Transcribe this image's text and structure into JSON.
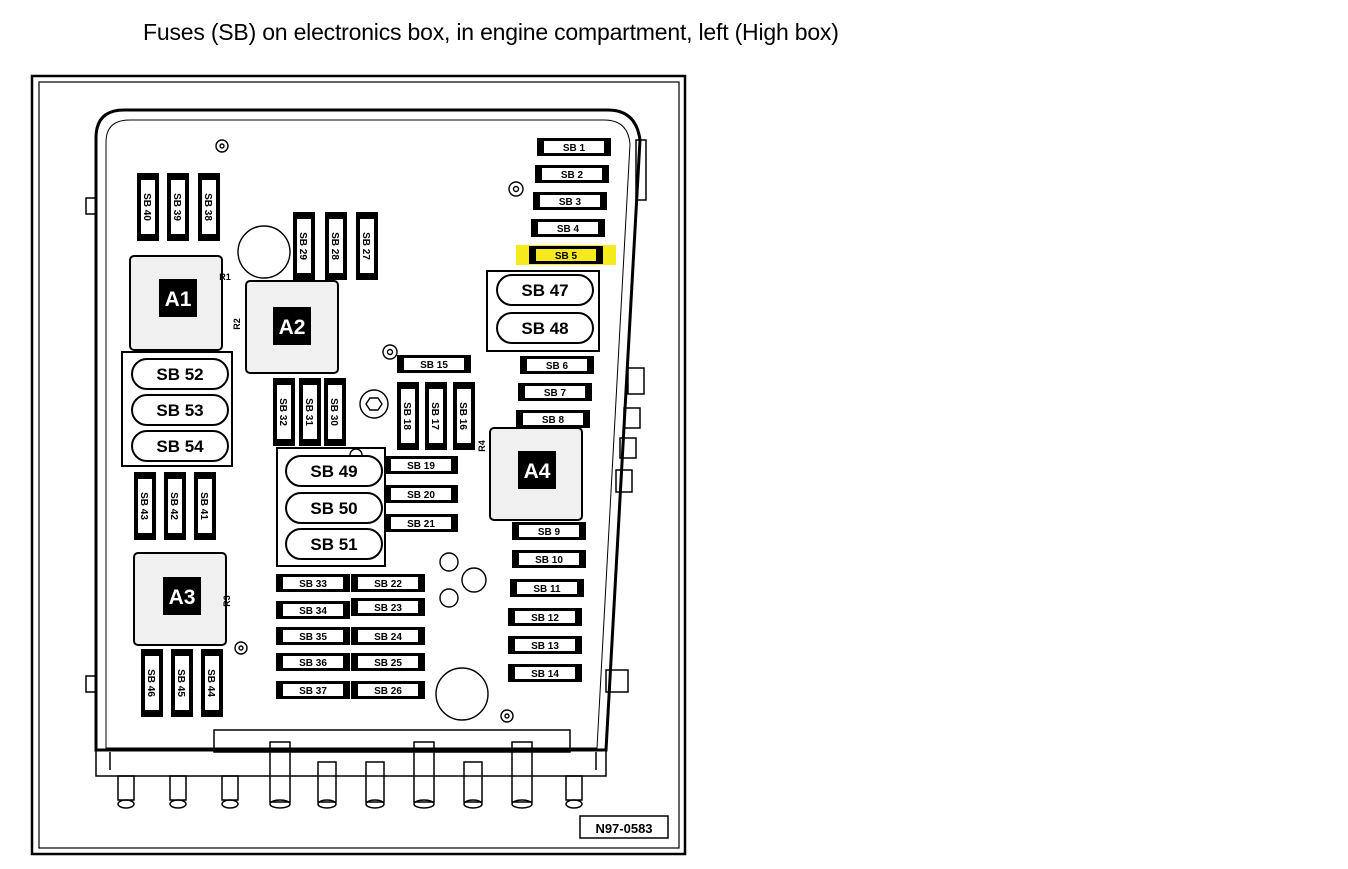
{
  "title": "Fuses (SB) on electronics box, in engine compartment, left (High box)",
  "figure_code": "N97-0583",
  "colors": {
    "highlight": "#f5ea1c",
    "ink": "#000000",
    "module_fill": "#f0f0f0"
  },
  "modules": [
    "A1",
    "A2",
    "A3",
    "A4"
  ],
  "relays": [
    "R1",
    "R2",
    "R3",
    "R4"
  ],
  "large_fuses": [
    "SB 47",
    "SB 48",
    "SB 49",
    "SB 50",
    "SB 51",
    "SB 52",
    "SB 53",
    "SB 54"
  ],
  "small_fuses": [
    "SB 1",
    "SB 2",
    "SB 3",
    "SB 4",
    "SB 5",
    "SB 6",
    "SB 7",
    "SB 8",
    "SB 9",
    "SB 10",
    "SB 11",
    "SB 12",
    "SB 13",
    "SB 14",
    "SB 15",
    "SB 16",
    "SB 17",
    "SB 18",
    "SB 19",
    "SB 20",
    "SB 21",
    "SB 22",
    "SB 23",
    "SB 24",
    "SB 25",
    "SB 26",
    "SB 27",
    "SB 28",
    "SB 29",
    "SB 30",
    "SB 31",
    "SB 32",
    "SB 33",
    "SB 34",
    "SB 35",
    "SB 36",
    "SB 37",
    "SB 38",
    "SB 39",
    "SB 40",
    "SB 41",
    "SB 42",
    "SB 43",
    "SB 44",
    "SB 45",
    "SB 46"
  ],
  "highlighted_fuse": "SB 5"
}
